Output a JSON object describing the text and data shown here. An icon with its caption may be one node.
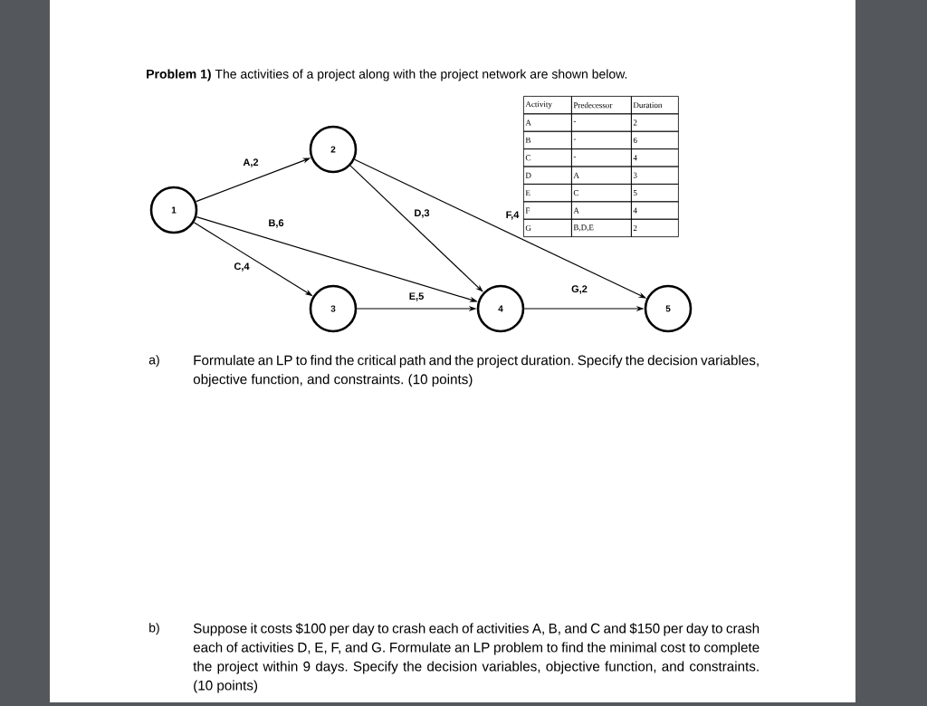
{
  "diagram": {
    "nodes": [
      {
        "text": [
          "1"
        ]
      },
      {
        "text": [
          "2"
        ]
      },
      {
        "text": [
          "3"
        ]
      },
      {
        "text": [
          "4"
        ]
      },
      {
        "text": [
          "5"
        ]
      }
    ],
    "edges": [
      {
        "from": 0,
        "to": 1,
        "arrow": "to",
        "label": "A,2"
      },
      {
        "from": 0,
        "to": 3,
        "arrow": "to",
        "label": "B,6"
      },
      {
        "from": 0,
        "to": 2,
        "arrow": "to",
        "label": "C,4"
      },
      {
        "from": 1,
        "to": 3,
        "arrow": "to",
        "label": "D,3"
      },
      {
        "from": 1,
        "to": 4,
        "arrow": "to",
        "label": "F,4"
      },
      {
        "from": 2,
        "to": 3,
        "arrow": "to",
        "label": "E,5"
      },
      {
        "from": 3,
        "to": 4,
        "arrow": "to",
        "label": "G,2"
      }
    ],
    "labels": [
      "**Problem 1)** The activities of a project along with the project network are shown below.",
      "Activity",
      "Predecessor",
      "Duration",
      "A",
      "-",
      "2",
      "B",
      "-",
      "6",
      "C",
      "-",
      "4",
      "D",
      "A",
      "3",
      "E",
      "C",
      "5",
      "F",
      "A",
      "4",
      "G",
      "B,D,E",
      "2",
      "a)",
      "Formulate an LP to find the critical path and the project duration. Specify the decision variables, objective function, and constraints. (10 points)",
      "b)",
      "Suppose it costs $100 per day to crash each of activities A, B, and C and $150 per day to crash each of activities D, E, F, and G. Formulate an LP problem to find the minimal cost to complete the project within 9 days. Specify the decision variables, objective function, and constraints. (10 points)"
    ]
  }
}
